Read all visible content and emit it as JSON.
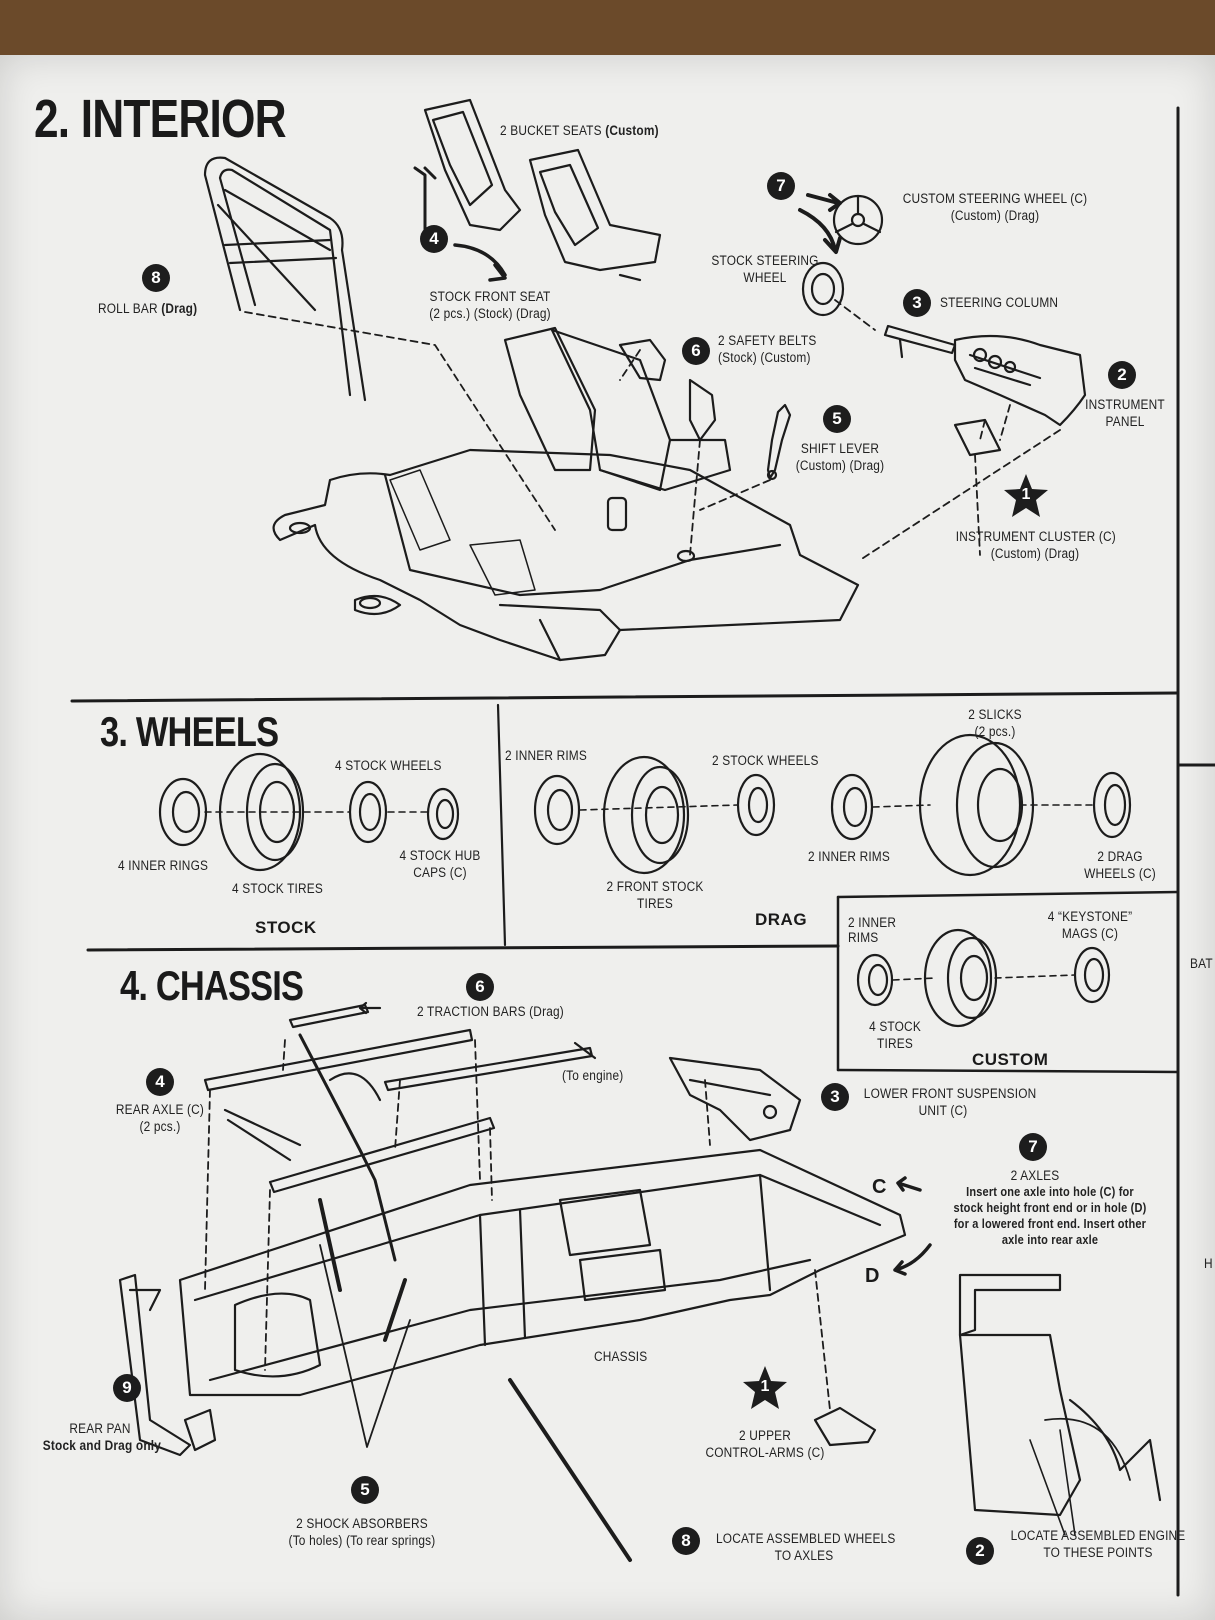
{
  "sections": {
    "interior": {
      "title": "2. INTERIOR",
      "parts": {
        "roll_bar": {
          "num": "8",
          "label": "ROLL BAR",
          "note": "(Drag)"
        },
        "bucket_seats": {
          "label": "2 BUCKET SEATS",
          "note": "(Custom)"
        },
        "front_seat": {
          "num": "4",
          "line1": "STOCK FRONT SEAT",
          "line2": "(2 pcs.) (Stock) (Drag)"
        },
        "steering_wheel_custom": {
          "num": "7",
          "line1": "CUSTOM STEERING WHEEL (C)",
          "line2": "(Custom) (Drag)"
        },
        "steering_wheel_stock": {
          "line1": "STOCK STEERING",
          "line2": "WHEEL"
        },
        "steering_column": {
          "num": "3",
          "label": "STEERING COLUMN"
        },
        "safety_belts": {
          "num": "6",
          "line1": "2 SAFETY BELTS",
          "line2": "(Stock) (Custom)"
        },
        "shift_lever": {
          "num": "5",
          "line1": "SHIFT LEVER",
          "line2": "(Custom) (Drag)"
        },
        "instrument_panel": {
          "num": "2",
          "line1": "INSTRUMENT",
          "line2": "PANEL"
        },
        "instrument_cluster": {
          "num": "1",
          "line1": "INSTRUMENT CLUSTER (C)",
          "line2": "(Custom) (Drag)"
        }
      }
    },
    "wheels": {
      "title": "3. WHEELS",
      "stock": {
        "caption": "STOCK",
        "stock_wheels": "4 STOCK WHEELS",
        "inner_rings": "4 INNER RINGS",
        "stock_tires": "4 STOCK TIRES",
        "hub_caps_1": "4 STOCK HUB",
        "hub_caps_2": "CAPS (C)"
      },
      "drag": {
        "caption": "DRAG",
        "inner_rims_a": "2 INNER RIMS",
        "stock_wheels": "2 STOCK WHEELS",
        "front_tires_1": "2 FRONT STOCK",
        "front_tires_2": "TIRES",
        "inner_rims_b": "2 INNER RIMS",
        "slicks_1": "2 SLICKS",
        "slicks_2": "(2 pcs.)",
        "drag_wheels_1": "2 DRAG",
        "drag_wheels_2": "WHEELS (C)"
      },
      "custom": {
        "caption": "CUSTOM",
        "inner_rims_1": "2 INNER",
        "inner_rims_2": "RIMS",
        "mags_1": "4 “KEYSTONE”",
        "mags_2": "MAGS (C)",
        "tires_1": "4 STOCK",
        "tires_2": "TIRES"
      }
    },
    "chassis": {
      "title": "4. CHASSIS",
      "parts": {
        "traction_bars": {
          "num": "6",
          "label": "2 TRACTION BARS (Drag)"
        },
        "to_engine": "(To engine)",
        "rear_axle": {
          "num": "4",
          "line1": "REAR AXLE (C)",
          "line2": "(2 pcs.)"
        },
        "lower_front": {
          "num": "3",
          "line1": "LOWER FRONT SUSPENSION",
          "line2": "UNIT (C)"
        },
        "axles": {
          "num": "7",
          "title": "2 AXLES",
          "line1": "Insert one axle into hole (C) for",
          "line2": "stock height front end or in hole (D)",
          "line3": "for a lowered front end. Insert other",
          "line4": "axle into rear axle"
        },
        "hole_c": "C",
        "hole_d": "D",
        "chassis_label": "CHASSIS",
        "rear_pan": {
          "num": "9",
          "line1": "REAR PAN",
          "line2": "Stock and Drag only"
        },
        "upper_arms": {
          "num": "1",
          "line1": "2 UPPER",
          "line2": "CONTROL-ARMS (C)"
        },
        "shocks": {
          "num": "5",
          "line1": "2 SHOCK ABSORBERS",
          "line2": "(To holes) (To rear springs)"
        },
        "locate_wheels": {
          "num": "8",
          "line1": "LOCATE ASSEMBLED WHEELS",
          "line2": "TO AXLES"
        },
        "locate_engine": {
          "num": "2",
          "line1": "LOCATE ASSEMBLED ENGINE",
          "line2": "TO THESE POINTS"
        }
      }
    }
  },
  "edge_text": {
    "bat": "BAT",
    "h": "H"
  }
}
